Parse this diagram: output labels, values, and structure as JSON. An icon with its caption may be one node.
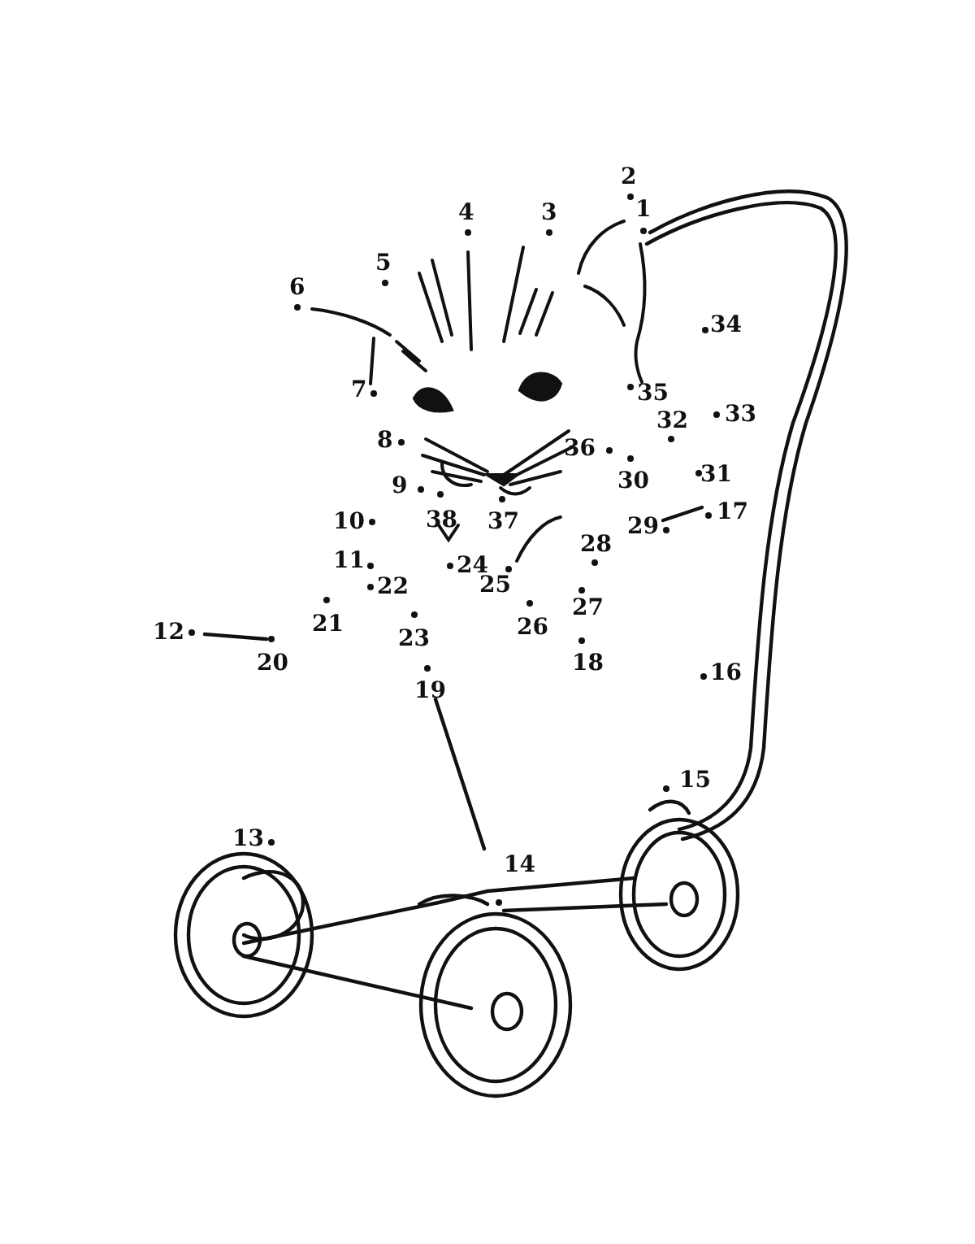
{
  "diagram": {
    "labels": [
      "2",
      "4",
      "3",
      "1",
      "5",
      "6",
      "34",
      "7",
      "35",
      "32",
      "33",
      "8",
      "36",
      "30",
      "31",
      "9",
      "10",
      "38",
      "37",
      "17",
      "29",
      "28",
      "11",
      "24",
      "22",
      "25",
      "27",
      "21",
      "12",
      "26",
      "23",
      "20",
      "18",
      "16",
      "19",
      "15",
      "13",
      "14"
    ]
  }
}
